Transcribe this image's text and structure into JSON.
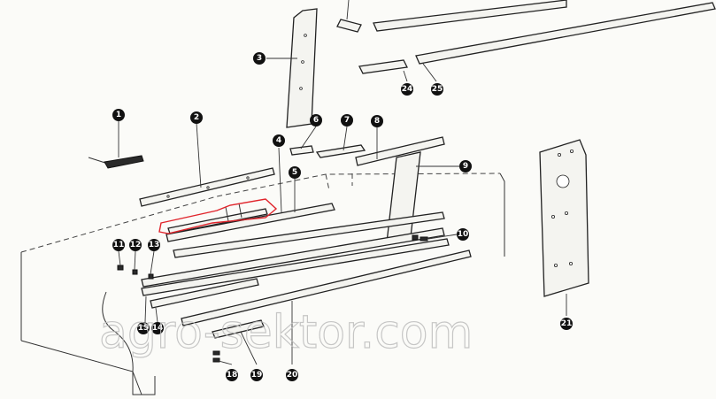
{
  "diagram": {
    "watermark": "agro-sektor.com",
    "callouts": [
      {
        "id": "c1",
        "label": "1"
      },
      {
        "id": "c2",
        "label": "2"
      },
      {
        "id": "c3",
        "label": "3"
      },
      {
        "id": "c4a",
        "label": "4"
      },
      {
        "id": "c5",
        "label": "5"
      },
      {
        "id": "c6",
        "label": "6"
      },
      {
        "id": "c7",
        "label": "7"
      },
      {
        "id": "c8",
        "label": "8"
      },
      {
        "id": "c9",
        "label": "9"
      },
      {
        "id": "c10",
        "label": "10"
      },
      {
        "id": "c11",
        "label": "11"
      },
      {
        "id": "c12",
        "label": "12"
      },
      {
        "id": "c13",
        "label": "13"
      },
      {
        "id": "c14",
        "label": "14"
      },
      {
        "id": "c15",
        "label": "15"
      },
      {
        "id": "c18",
        "label": "18"
      },
      {
        "id": "c19",
        "label": "19"
      },
      {
        "id": "c20",
        "label": "20"
      },
      {
        "id": "c21",
        "label": "21"
      },
      {
        "id": "c24",
        "label": "24"
      },
      {
        "id": "c25",
        "label": "25"
      }
    ],
    "highlight_color": "#e0242b"
  }
}
